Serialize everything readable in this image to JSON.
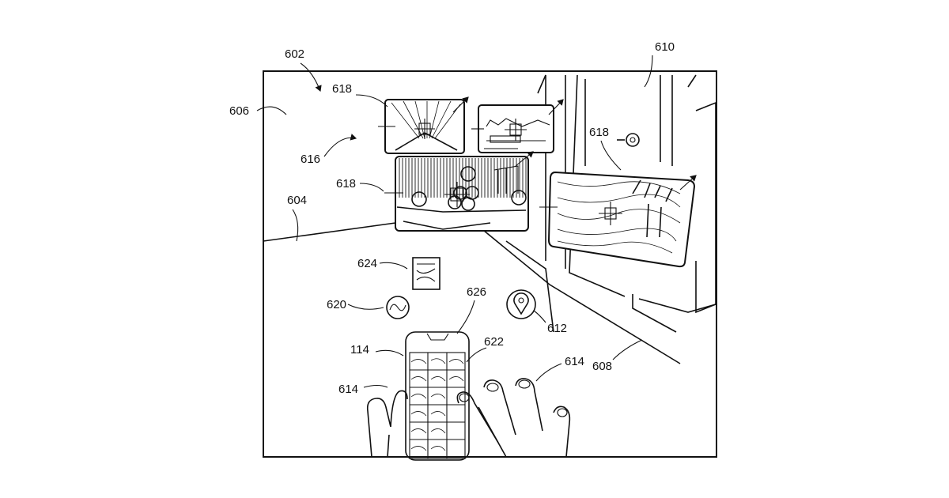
{
  "labels": {
    "l602": "602",
    "l606": "606",
    "l616": "616",
    "l618a": "618",
    "l618b": "618",
    "l618c": "618",
    "l604": "604",
    "l610": "610",
    "l624": "624",
    "l620": "620",
    "l626": "626",
    "l612": "612",
    "l114": "114",
    "l622": "622",
    "l614a": "614",
    "l614b": "614",
    "l608": "608"
  }
}
